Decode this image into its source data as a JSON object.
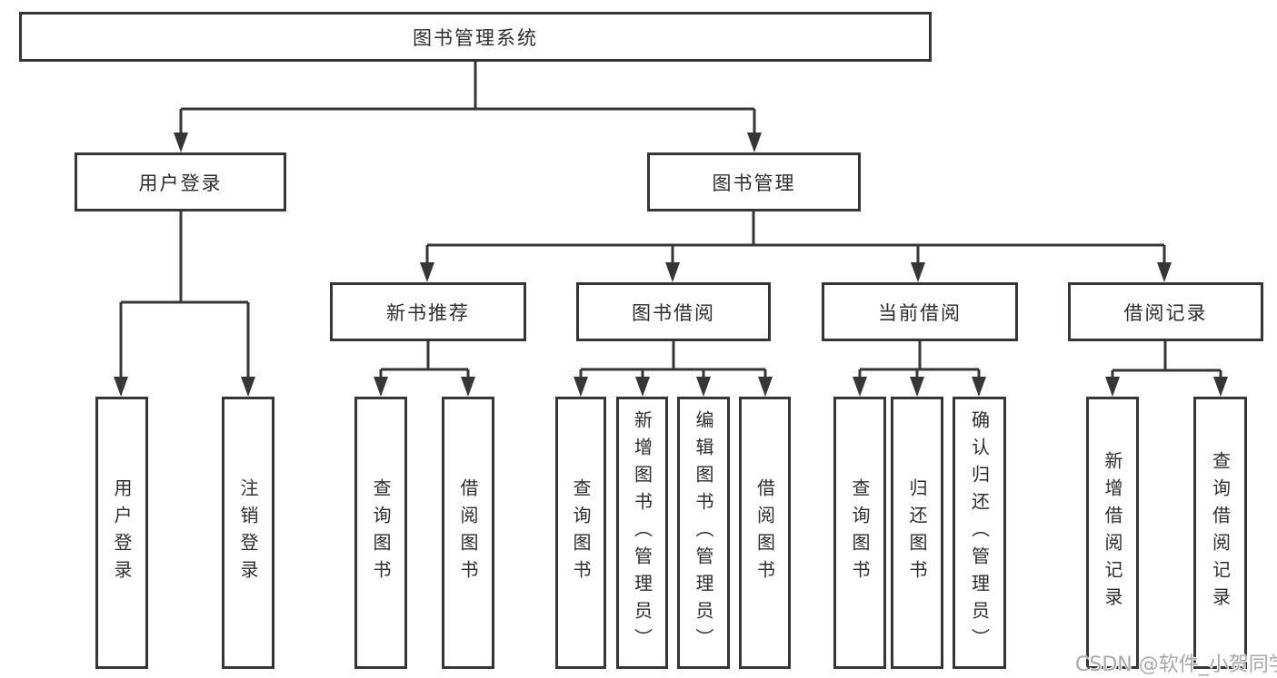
{
  "diagram": {
    "root": {
      "label": "图书管理系统"
    },
    "level2": [
      {
        "label": "用户登录"
      },
      {
        "label": "图书管理"
      }
    ],
    "level3": [
      {
        "label": "新书推荐"
      },
      {
        "label": "图书借阅"
      },
      {
        "label": "当前借阅"
      },
      {
        "label": "借阅记录"
      }
    ],
    "leaves": {
      "user_login": [
        "用户登录",
        "注销登录"
      ],
      "new_books": [
        "查询图书",
        "借阅图书"
      ],
      "book_borrow": [
        "查询图书",
        "新增图书（管理员）",
        "编辑图书（管理员）",
        "借阅图书"
      ],
      "current_borrow": [
        "查询图书",
        "归还图书",
        "确认归还（管理员）"
      ],
      "borrow_records": [
        "新增借阅记录",
        "查询借阅记录"
      ]
    },
    "watermark": "CSDN @软件_小贺同学",
    "colors": {
      "line": "#363636",
      "text": "#2d2d2d",
      "background": "#ffffff",
      "watermark": "#a8a8a8"
    }
  }
}
